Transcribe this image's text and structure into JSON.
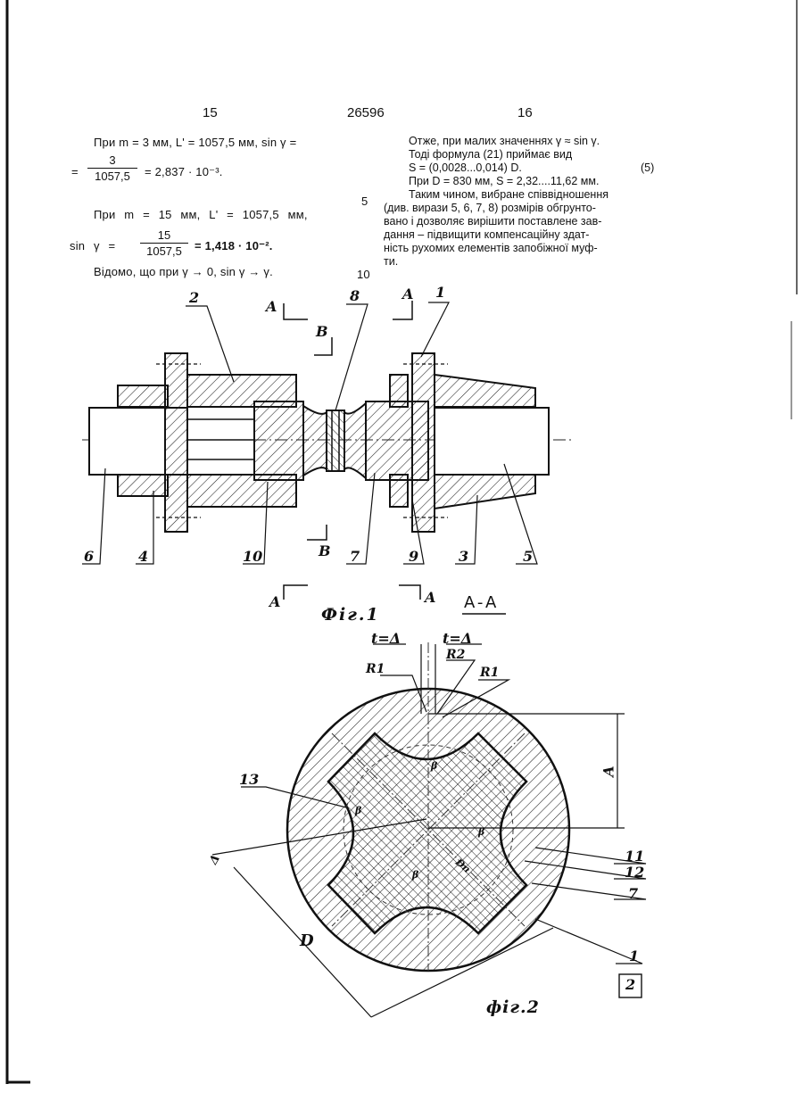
{
  "header": {
    "left_page": "15",
    "patent_no": "26596",
    "right_page": "16"
  },
  "left_col": {
    "line1": "При m = 3 мм, L' = 1057,5 мм, sin γ =",
    "eq1_prefix": "=",
    "eq1_num": "3",
    "eq1_den": "1057,5",
    "eq1_result": "= 2,837 · 10⁻³.",
    "line_margin5": "5",
    "line2": "При m = 15 мм, L' = 1057,5 мм,",
    "eq2_prefix": "sin γ =",
    "eq2_num": "15",
    "eq2_den": "1057,5",
    "eq2_result": "= 1,418 · 10⁻².",
    "line3": "Відомо, що при γ → 0, sin γ → γ.",
    "line_margin10": "10"
  },
  "right_col": {
    "lines": [
      "Отже, при малих значеннях γ ≈ sin γ.",
      "Тоді формула (21) приймає вид",
      "S = (0,0028...0,014) D.",
      "При D = 830 мм, S = 2,32....11,62 мм.",
      "Таким чином, вибране співвідношення",
      "(див. вирази 5, 6, 7, 8) розмірів обгрунто-",
      "вано і дозволяє вирішити поставлене зав-",
      "дання – підвищити компенсаційну здат-",
      "ність рухомих елементів запобіжної муф-",
      "ти."
    ],
    "eq_number": "(5)"
  },
  "fig1": {
    "caption": "Фіг.1",
    "section_title": "A-A",
    "labels": {
      "a_top_left": "A",
      "a_top_right": "A",
      "a_bottom_left": "A",
      "a_bottom_right": "A",
      "b_top": "B",
      "b_bottom": "B",
      "n1": "1",
      "n2": "2",
      "n3": "3",
      "n4": "4",
      "n5": "5",
      "n6": "6",
      "n7": "7",
      "n8": "8",
      "n9": "9",
      "n10": "10"
    }
  },
  "fig2": {
    "caption": "фіг.2",
    "labels": {
      "t_left": "t=Δ",
      "t_right": "t=Δ",
      "r1_left": "R1",
      "r2": "R2",
      "r1_right": "R1",
      "a": "A",
      "delta": "Δ",
      "d": "D",
      "n13": "13",
      "n11": "11",
      "n12": "12",
      "n7": "7",
      "n1": "1",
      "n2": "2",
      "beta": "β",
      "dp": "Dп"
    }
  }
}
